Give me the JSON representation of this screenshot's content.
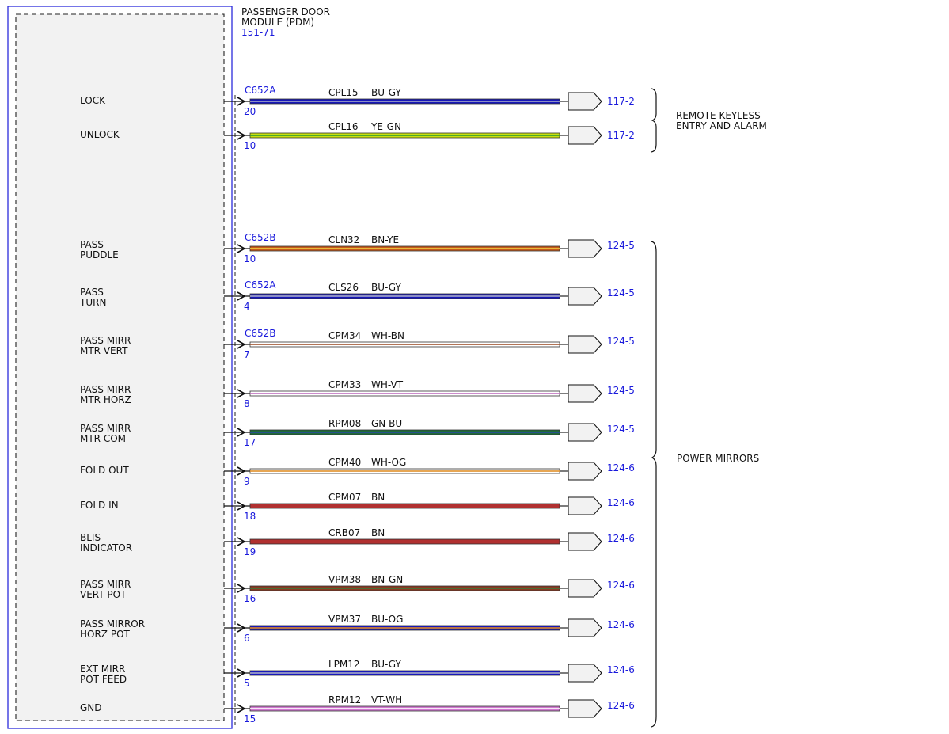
{
  "module": {
    "title_line1": "PASSENGER DOOR",
    "title_line2": "MODULE (PDM)",
    "ref": "151-71"
  },
  "pins": [
    {
      "label": [
        "LOCK"
      ],
      "connector": "C652A",
      "pin": "20",
      "circuit": "CPL15",
      "color_code": "BU-GY",
      "ref": "117-2",
      "base": "#1818b8",
      "stripe": "#a8acc8"
    },
    {
      "label": [
        "UNLOCK"
      ],
      "connector": "",
      "pin": "10",
      "circuit": "CPL16",
      "color_code": "YE-GN",
      "ref": "117-2",
      "base": "#c8e010",
      "stripe": "#2e9a2e"
    },
    {
      "label": [
        "PASS",
        "PUDDLE"
      ],
      "connector": "C652B",
      "pin": "10",
      "circuit": "CLN32",
      "color_code": "BN-YE",
      "ref": "124-5",
      "base": "#c55a1a",
      "stripe": "#f0d040"
    },
    {
      "label": [
        "PASS",
        "TURN"
      ],
      "connector": "C652A",
      "pin": "4",
      "circuit": "CLS26",
      "color_code": "BU-GY",
      "ref": "124-5",
      "base": "#1818b8",
      "stripe": "#a8acc8"
    },
    {
      "label": [
        "PASS MIRR",
        "MTR VERT"
      ],
      "connector": "C652B",
      "pin": "7",
      "circuit": "CPM34",
      "color_code": "WH-BN",
      "ref": "124-5",
      "base": "#ffffff",
      "stripe": "#a0522d"
    },
    {
      "label": [
        "PASS MIRR",
        "MTR HORZ"
      ],
      "connector": "",
      "pin": "8",
      "circuit": "CPM33",
      "color_code": "WH-VT",
      "ref": "124-5",
      "base": "#ffffff",
      "stripe": "#c070c0"
    },
    {
      "label": [
        "PASS MIRR",
        "MTR COM"
      ],
      "connector": "",
      "pin": "17",
      "circuit": "RPM08",
      "color_code": "GN-BU",
      "ref": "124-5",
      "base": "#1f6b3a",
      "stripe": "#2a4aa0"
    },
    {
      "label": [
        "FOLD OUT"
      ],
      "connector": "",
      "pin": "9",
      "circuit": "CPM40",
      "color_code": "WH-OG",
      "ref": "124-6",
      "base": "#ffffff",
      "stripe": "#e0902a"
    },
    {
      "label": [
        "FOLD IN"
      ],
      "connector": "",
      "pin": "18",
      "circuit": "CPM07",
      "color_code": "BN",
      "ref": "124-6",
      "base": "#b03030",
      "stripe": ""
    },
    {
      "label": [
        "BLIS",
        "INDICATOR"
      ],
      "connector": "",
      "pin": "19",
      "circuit": "CRB07",
      "color_code": "BN",
      "ref": "124-6",
      "base": "#b03030",
      "stripe": ""
    },
    {
      "label": [
        "PASS MIRR",
        "VERT POT"
      ],
      "connector": "",
      "pin": "16",
      "circuit": "VPM38",
      "color_code": "BN-GN",
      "ref": "124-6",
      "base": "#8a3a22",
      "stripe": "#3a7a3a"
    },
    {
      "label": [
        "PASS MIRROR",
        "HORZ POT"
      ],
      "connector": "",
      "pin": "6",
      "circuit": "VPM37",
      "color_code": "BU-OG",
      "ref": "124-6",
      "base": "#1818b8",
      "stripe": "#e08a2a"
    },
    {
      "label": [
        "EXT MIRR",
        "POT FEED"
      ],
      "connector": "",
      "pin": "5",
      "circuit": "LPM12",
      "color_code": "BU-GY",
      "ref": "124-6",
      "base": "#1818b8",
      "stripe": "#a8acc8"
    },
    {
      "label": [
        "GND"
      ],
      "connector": "",
      "pin": "15",
      "circuit": "RPM12",
      "color_code": "VT-WH",
      "ref": "124-6",
      "base": "#d07ad0",
      "stripe": "#ffffff"
    }
  ],
  "groups": [
    {
      "label": [
        "REMOTE KEYLESS",
        "ENTRY AND ALARM"
      ]
    },
    {
      "label": [
        "POWER MIRRORS"
      ]
    }
  ],
  "colors": {
    "module_border": "#2b2bdb",
    "module_fill": "#f2f2f2",
    "ref_text": "#1a1adc"
  }
}
